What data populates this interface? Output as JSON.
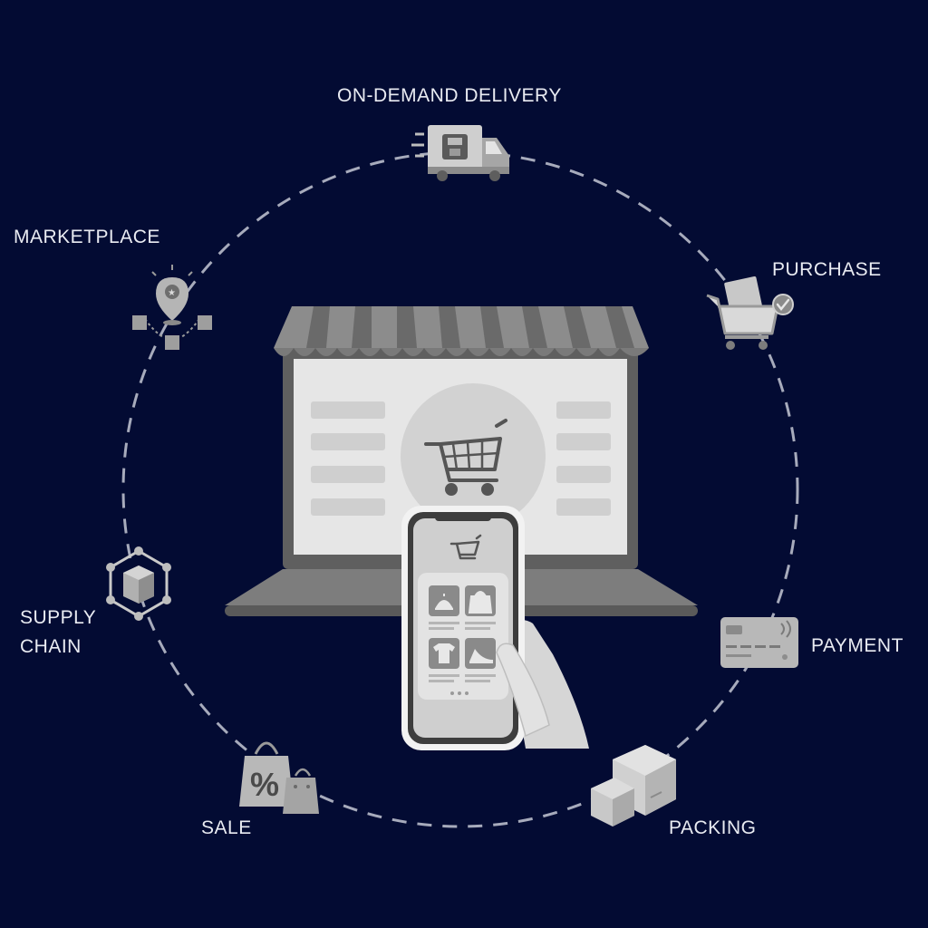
{
  "diagram": {
    "nodes": {
      "on_demand_delivery": {
        "label": "ON-DEMAND DELIVERY",
        "icon": "delivery-truck-icon"
      },
      "purchase": {
        "label": "PURCHASE",
        "icon": "shopping-cart-check-icon"
      },
      "payment": {
        "label": "PAYMENT",
        "icon": "credit-card-icon"
      },
      "packing": {
        "label": "PACKING",
        "icon": "boxes-icon"
      },
      "sale": {
        "label": "SALE",
        "icon": "sale-bag-icon"
      },
      "supply_chain": {
        "label_line1": "SUPPLY",
        "label_line2": "CHAIN",
        "icon": "supply-chain-hexagon-icon"
      },
      "marketplace": {
        "label": "MARKETPLACE",
        "icon": "location-pin-network-icon"
      }
    },
    "center": {
      "laptop": "storefront-laptop-icon",
      "phone": "shopping-phone-icon",
      "cart": "shopping-cart-icon"
    }
  },
  "colors": {
    "background": "#030b33",
    "label": "#e9ebf2",
    "ring": "#a7abbc",
    "icon_light": "#d9d9d9",
    "icon_mid": "#9a9a9a",
    "icon_dark": "#6e6e6e"
  }
}
